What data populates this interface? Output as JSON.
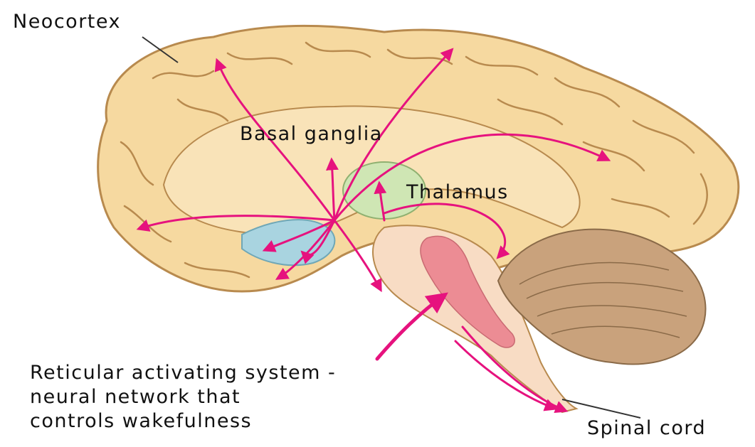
{
  "labels": {
    "neocortex": "Neocortex",
    "basal_ganglia": "Basal ganglia",
    "thalamus": "Thalamus",
    "ras_line1": "Reticular activating system -",
    "ras_line2": "neural network that",
    "ras_line3": "controls wakefulness",
    "spinal_cord": "Spinal cord"
  },
  "colors": {
    "cortex": "#f6d9a0",
    "cortex_outline": "#b88a4e",
    "inner": "#f9e3b8",
    "thalamus": "#cfe6b4",
    "ventricle": "#a9d4e0",
    "brainstem": "#f8dcc4",
    "ras": "#ec8c94",
    "cerebellum": "#c9a27c",
    "pathway": "#e6127e",
    "pointer": "#333333"
  }
}
